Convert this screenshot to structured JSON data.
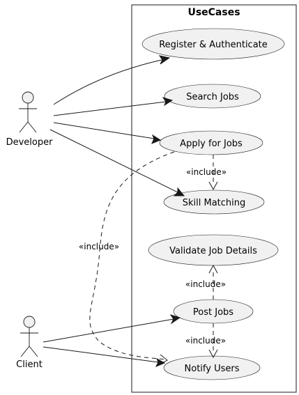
{
  "boundary": {
    "title": "UseCases"
  },
  "usecases": {
    "register": "Register & Authenticate",
    "search": "Search Jobs",
    "apply": "Apply for Jobs",
    "skill": "Skill Matching",
    "validate": "Validate Job Details",
    "post": "Post Jobs",
    "notify": "Notify Users"
  },
  "actors": {
    "developer": "Developer",
    "client": "Client"
  },
  "relations": {
    "apply_skill_label": "«include»",
    "apply_notify_label": "«include»",
    "post_validate_label": "«include»",
    "post_notify_label": "«include»"
  }
}
